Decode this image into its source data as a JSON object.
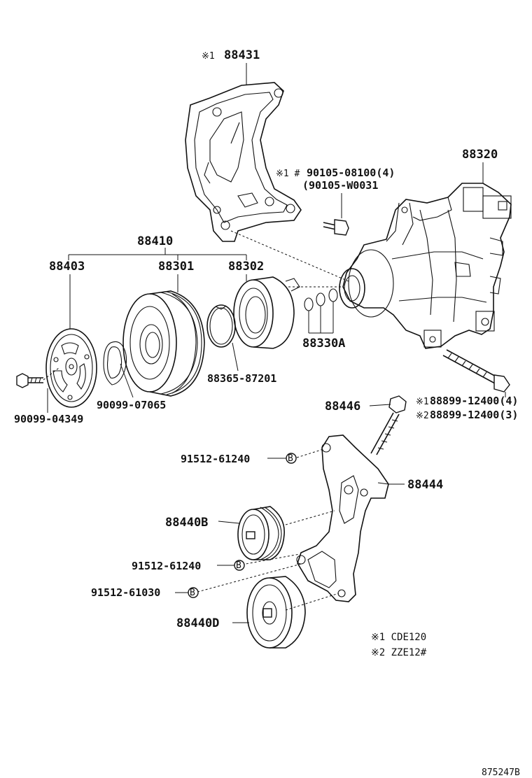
{
  "parts": {
    "bracket_upper": "88431",
    "bracket_upper_mark": "※1",
    "compressor": "88320",
    "bolt_a": "90105-08100(4)",
    "bolt_a_mark": "※1 #",
    "bolt_a_alt": "(90105-W0031",
    "clutch_assy": "88410",
    "plate": "88403",
    "pulley": "88301",
    "stator": "88302",
    "shim": "88330A",
    "snap_ring": "88365-87201",
    "snap_ring2": "90099-07065",
    "bolt_b": "90099-04349",
    "bolt_c1": "88899-12400(4)",
    "bolt_c1_mark": "※1",
    "bolt_c2": "88899-12400(3)",
    "bolt_c2_mark": "※2",
    "stud": "88446",
    "bracket_lower": "88444",
    "nut1": "91512-61240",
    "idler_b": "88440B",
    "nut2": "91512-61240",
    "nut3": "91512-61030",
    "idler_d": "88440D",
    "circle_b": "B"
  },
  "legend": {
    "note1": "※1 CDE120",
    "note2": "※2 ZZE12#"
  },
  "figure_id": "875247B"
}
